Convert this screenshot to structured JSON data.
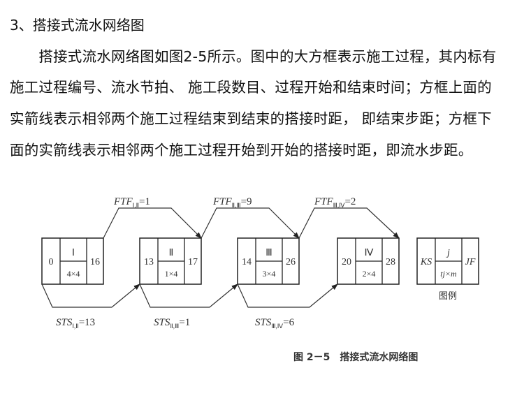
{
  "heading": "3、搭接式流水网络图",
  "paragraph": [
    "　　搭接式流水网络图如图2-5所示。图中的大方框表示施工过程，其内标有",
    "施工过程编号、流水节拍、 施工段数目、过程开始和结束时间；方框上面的",
    "实箭线表示相邻两个施工过程结束到结束的搭接时距， 即结束步距；方框下",
    "面的实箭线表示相邻两个施工过程开始到开始的搭接时距，即流水步距。"
  ],
  "figure": {
    "boxes": [
      {
        "start": "0",
        "id": "Ⅰ",
        "dur": "4×4",
        "end": "16"
      },
      {
        "start": "13",
        "id": "Ⅱ",
        "dur": "1×4",
        "end": "17"
      },
      {
        "start": "14",
        "id": "Ⅲ",
        "dur": "3×4",
        "end": "26"
      },
      {
        "start": "20",
        "id": "Ⅳ",
        "dur": "2×4",
        "end": "28"
      }
    ],
    "ftf": [
      {
        "main": "FTF",
        "sub": "Ⅰ,Ⅱ",
        "val": "=1"
      },
      {
        "main": "FTF",
        "sub": "Ⅱ,Ⅲ",
        "val": "=9"
      },
      {
        "main": "FTF",
        "sub": "Ⅲ,Ⅳ",
        "val": "=2"
      }
    ],
    "sts": [
      {
        "main": "STS",
        "sub": "Ⅰ,Ⅱ",
        "val": "=13"
      },
      {
        "main": "STS",
        "sub": "Ⅱ,Ⅲ",
        "val": "=1"
      },
      {
        "main": "STS",
        "sub": "Ⅲ,Ⅳ",
        "val": "=6"
      }
    ],
    "legend": {
      "start": "KS",
      "id": "j",
      "dur": "tj×m",
      "end": "JF",
      "label": "图例"
    },
    "caption": "图 2－5　搭接式流水网络图"
  }
}
